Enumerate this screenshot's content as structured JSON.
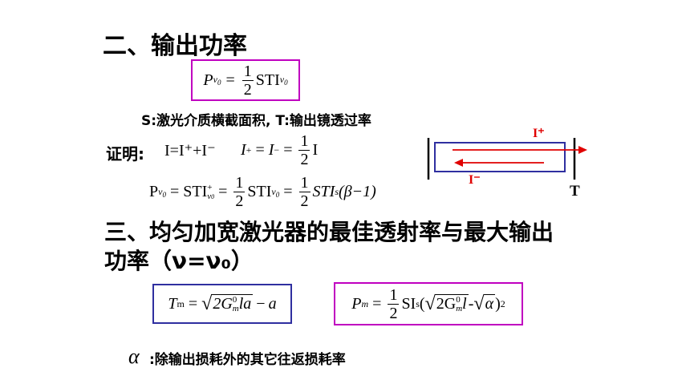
{
  "section2": {
    "title": "二、输出功率"
  },
  "formula1": {
    "lhs": "P",
    "lhs_sub": "ν",
    "lhs_sub2": "0",
    "eq": "=",
    "frac_num": "1",
    "frac_den": "2",
    "rhs": "STI",
    "rhs_sub": "ν",
    "rhs_sub2": "0"
  },
  "note1": {
    "text": "S:激光介质横截面积, T:输出镜透过率"
  },
  "proof": {
    "label": "证明:",
    "eq1": "I=I⁺+I⁻",
    "eq2_a": "I",
    "eq2_a_sup": "+",
    "eq2_eq1": "=",
    "eq2_b": "I",
    "eq2_b_sup": "−",
    "eq2_eq2": "=",
    "eq2_num": "1",
    "eq2_den": "2",
    "eq2_c": "I",
    "eq3_p": "P",
    "eq3_p_sub": "ν",
    "eq3_p_sub2": "0",
    "eq3_eq1": "=",
    "eq3_sti": "STI",
    "eq3_sti_sup": "+",
    "eq3_sti_sub": "ν",
    "eq3_sti_sub2": "0",
    "eq3_eq2": "=",
    "eq3_num1": "1",
    "eq3_den1": "2",
    "eq3_sti2": "STI",
    "eq3_sti2_sub": "ν",
    "eq3_sti2_sub2": "0",
    "eq3_eq3": "=",
    "eq3_num2": "1",
    "eq3_den2": "2",
    "eq3_sti3": "STI",
    "eq3_sti3_sub": "s",
    "eq3_tail": "(β−1)"
  },
  "diagram": {
    "label_iplus": "I⁺",
    "label_iminus": "I⁻",
    "label_t": "T",
    "arrow_color": "#e00000",
    "box_color": "#2f2fa0"
  },
  "section3": {
    "title_line1": "三、均匀加宽激光器的最佳透射率与最大输出",
    "title_line2": "功率（ν=ν₀）"
  },
  "formula_tm": {
    "lhs": "T",
    "lhs_sub": "m",
    "eq": "=",
    "radicand_a": "2G",
    "radicand_sub": "m",
    "radicand_sup": "0",
    "radicand_b": "la",
    "minus": "−",
    "tail": "a"
  },
  "formula_pm": {
    "lhs": "P",
    "lhs_sub": "m",
    "eq": "=",
    "num": "1",
    "den": "2",
    "si": "SI",
    "si_sub": "s",
    "open": "(",
    "rad1_a": "2G",
    "rad1_sub": "m",
    "rad1_sup": "0",
    "rad1_b": "l",
    "dash": "-",
    "rad2": "α",
    "close": ")",
    "power": "2"
  },
  "note2": {
    "symbol": "α",
    "text": ":除输出损耗外的其它往返损耗率"
  },
  "colors": {
    "magenta": "#c000c0",
    "blue": "#2f2fa0",
    "red": "#e00000"
  }
}
